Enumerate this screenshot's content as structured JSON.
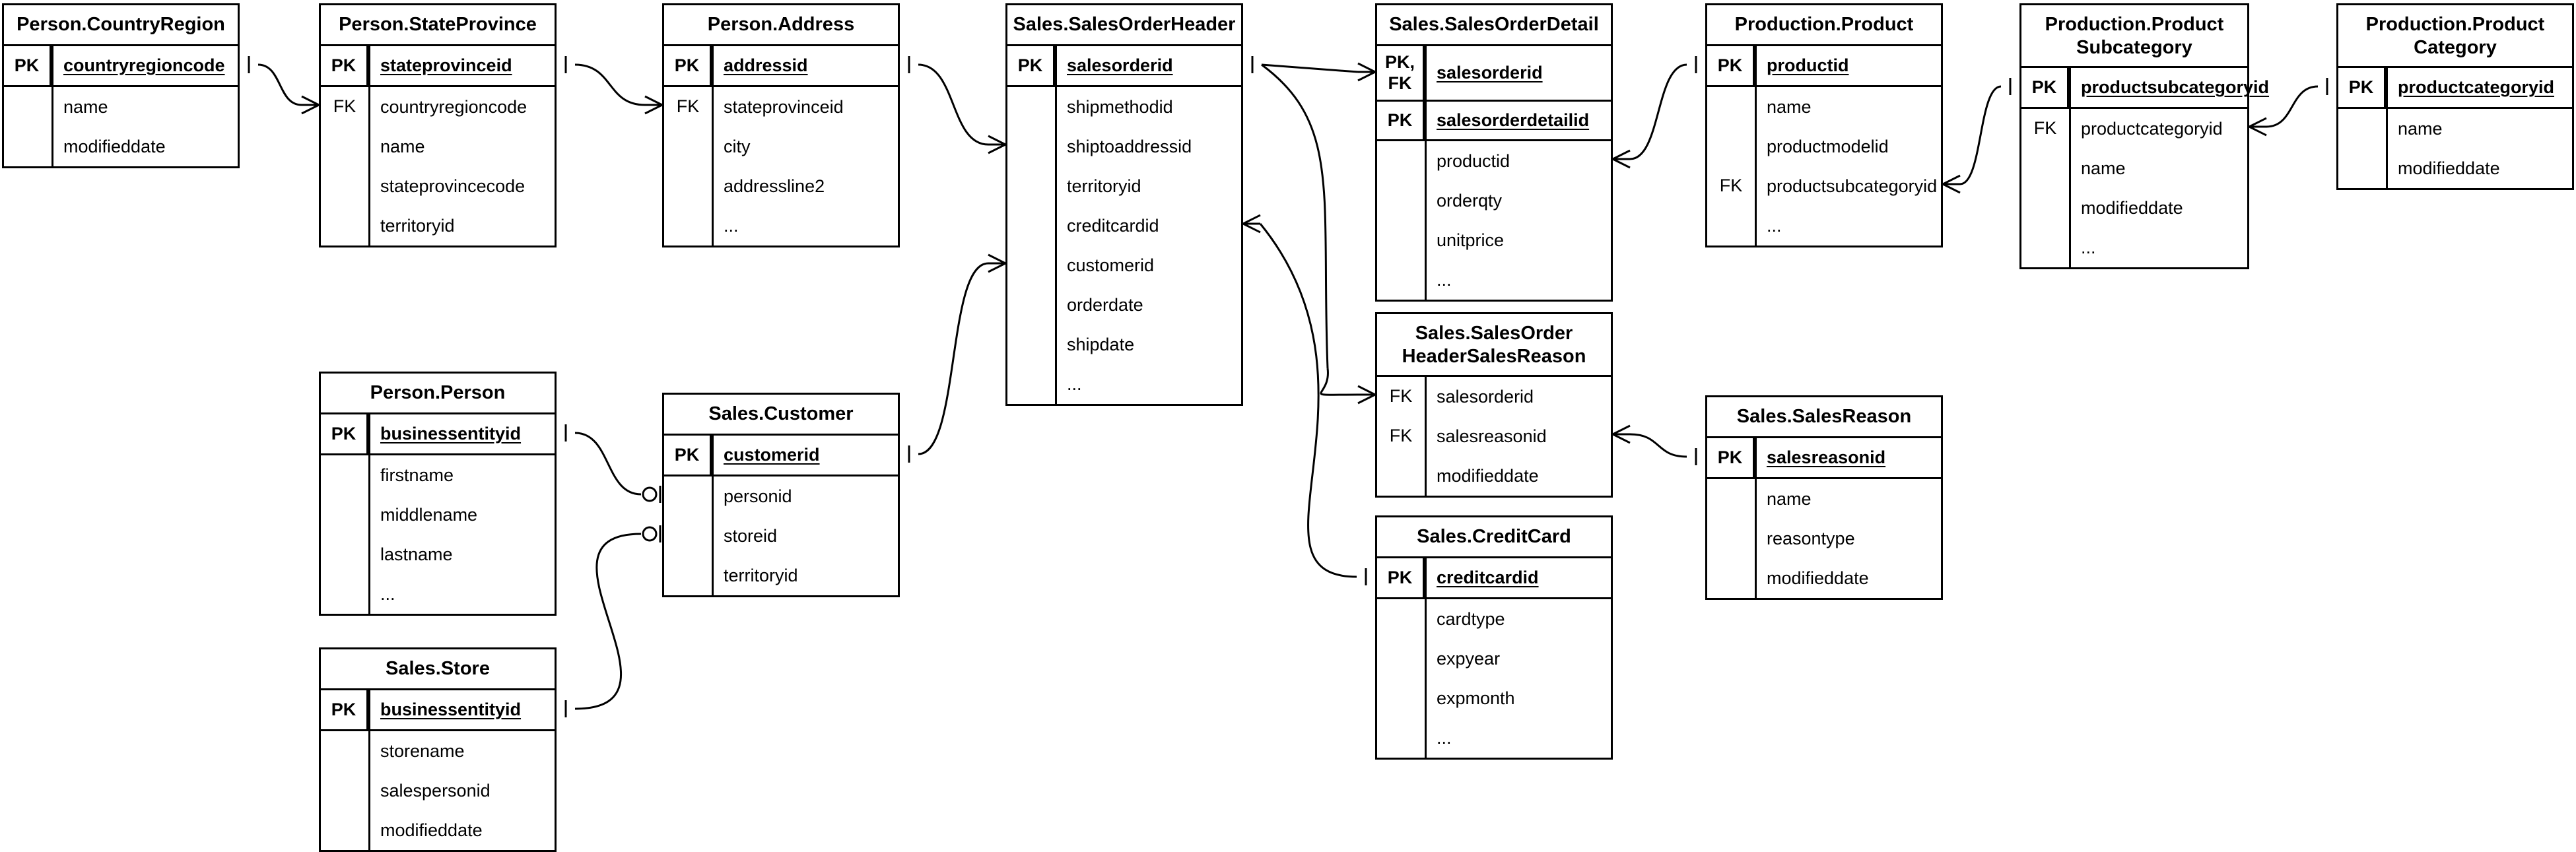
{
  "diagram": {
    "type": "entity-relationship-diagram",
    "notation": "crows-foot",
    "key_labels": {
      "pk": "PK",
      "fk": "FK",
      "pkfk": "PK,\nFK"
    },
    "ellipsis": "...",
    "colors": {
      "stroke": "#000000",
      "background": "#ffffff",
      "text": "#000000"
    }
  },
  "entities": [
    {
      "id": "person_countryregion",
      "title": "Person.CountryRegion",
      "keys": [
        {
          "marker": "PK",
          "name": "countryregioncode",
          "pk": true
        }
      ],
      "attributes": [
        {
          "marker": "",
          "name": "name"
        },
        {
          "marker": "",
          "name": "modifieddate"
        }
      ]
    },
    {
      "id": "person_stateprovince",
      "title": "Person.StateProvince",
      "keys": [
        {
          "marker": "PK",
          "name": "stateprovinceid",
          "pk": true
        }
      ],
      "attributes": [
        {
          "marker": "FK",
          "name": "countryregioncode"
        },
        {
          "marker": "",
          "name": "name"
        },
        {
          "marker": "",
          "name": "stateprovincecode"
        },
        {
          "marker": "",
          "name": "territoryid"
        }
      ]
    },
    {
      "id": "person_address",
      "title": "Person.Address",
      "keys": [
        {
          "marker": "PK",
          "name": "addressid",
          "pk": true
        }
      ],
      "attributes": [
        {
          "marker": "FK",
          "name": "stateprovinceid"
        },
        {
          "marker": "",
          "name": "city"
        },
        {
          "marker": "",
          "name": "addressline2"
        },
        {
          "marker": "",
          "name": "..."
        }
      ]
    },
    {
      "id": "sales_salesorderheader",
      "title": "Sales.SalesOrderHeader",
      "keys": [
        {
          "marker": "PK",
          "name": "salesorderid",
          "pk": true
        }
      ],
      "attributes": [
        {
          "marker": "",
          "name": "shipmethodid"
        },
        {
          "marker": "",
          "name": "shiptoaddressid"
        },
        {
          "marker": "",
          "name": "territoryid"
        },
        {
          "marker": "",
          "name": "creditcardid"
        },
        {
          "marker": "",
          "name": "customerid"
        },
        {
          "marker": "",
          "name": "orderdate"
        },
        {
          "marker": "",
          "name": "shipdate"
        },
        {
          "marker": "",
          "name": "..."
        }
      ]
    },
    {
      "id": "sales_salesorderdetail",
      "title": "Sales.SalesOrderDetail",
      "keys": [
        {
          "marker": "PK,\nFK",
          "name": "salesorderid",
          "pk": true
        },
        {
          "marker": "PK",
          "name": "salesorderdetailid",
          "pk": true
        }
      ],
      "attributes": [
        {
          "marker": "",
          "name": "productid"
        },
        {
          "marker": "",
          "name": "orderqty"
        },
        {
          "marker": "",
          "name": "unitprice"
        },
        {
          "marker": "",
          "name": "..."
        }
      ]
    },
    {
      "id": "production_product",
      "title": "Production.Product",
      "keys": [
        {
          "marker": "PK",
          "name": "productid",
          "pk": true
        }
      ],
      "attributes": [
        {
          "marker": "",
          "name": "name"
        },
        {
          "marker": "",
          "name": "productmodelid"
        },
        {
          "marker": "FK",
          "name": "productsubcategoryid"
        },
        {
          "marker": "",
          "name": "..."
        }
      ]
    },
    {
      "id": "production_productsubcategory",
      "title": "Production.Product\nSubcategory",
      "keys": [
        {
          "marker": "PK",
          "name": "productsubcategoryid",
          "pk": true
        }
      ],
      "attributes": [
        {
          "marker": "FK",
          "name": "productcategoryid"
        },
        {
          "marker": "",
          "name": "name"
        },
        {
          "marker": "",
          "name": "modifieddate"
        },
        {
          "marker": "",
          "name": "..."
        }
      ]
    },
    {
      "id": "production_productcategory",
      "title": "Production.Product\nCategory",
      "keys": [
        {
          "marker": "PK",
          "name": "productcategoryid",
          "pk": true
        }
      ],
      "attributes": [
        {
          "marker": "",
          "name": "name"
        },
        {
          "marker": "",
          "name": "modifieddate"
        }
      ]
    },
    {
      "id": "person_person",
      "title": "Person.Person",
      "keys": [
        {
          "marker": "PK",
          "name": "businessentityid",
          "pk": true
        }
      ],
      "attributes": [
        {
          "marker": "",
          "name": "firstname"
        },
        {
          "marker": "",
          "name": "middlename"
        },
        {
          "marker": "",
          "name": "lastname"
        },
        {
          "marker": "",
          "name": "..."
        }
      ]
    },
    {
      "id": "sales_customer",
      "title": "Sales.Customer",
      "keys": [
        {
          "marker": "PK",
          "name": "customerid",
          "pk": true
        }
      ],
      "attributes": [
        {
          "marker": "",
          "name": "personid"
        },
        {
          "marker": "",
          "name": "storeid"
        },
        {
          "marker": "",
          "name": "territoryid"
        }
      ]
    },
    {
      "id": "sales_store",
      "title": "Sales.Store",
      "keys": [
        {
          "marker": "PK",
          "name": "businessentityid",
          "pk": true
        }
      ],
      "attributes": [
        {
          "marker": "",
          "name": "storename"
        },
        {
          "marker": "",
          "name": "salespersonid"
        },
        {
          "marker": "",
          "name": "modifieddate"
        }
      ]
    },
    {
      "id": "sales_salesorderheadersalesreason",
      "title": "Sales.SalesOrder\nHeaderSalesReason",
      "keys": [],
      "attributes": [
        {
          "marker": "FK",
          "name": "salesorderid"
        },
        {
          "marker": "FK",
          "name": "salesreasonid"
        },
        {
          "marker": "",
          "name": "modifieddate"
        }
      ]
    },
    {
      "id": "sales_salesreason",
      "title": "Sales.SalesReason",
      "keys": [
        {
          "marker": "PK",
          "name": "salesreasonid",
          "pk": true
        }
      ],
      "attributes": [
        {
          "marker": "",
          "name": "name"
        },
        {
          "marker": "",
          "name": "reasontype"
        },
        {
          "marker": "",
          "name": "modifieddate"
        }
      ]
    },
    {
      "id": "sales_creditcard",
      "title": "Sales.CreditCard",
      "keys": [
        {
          "marker": "PK",
          "name": "creditcardid",
          "pk": true
        }
      ],
      "attributes": [
        {
          "marker": "",
          "name": "cardtype"
        },
        {
          "marker": "",
          "name": "expyear"
        },
        {
          "marker": "",
          "name": "expmonth"
        },
        {
          "marker": "",
          "name": "..."
        }
      ]
    }
  ],
  "relationships": [
    {
      "from": "person_countryregion.countryregioncode",
      "to": "person_stateprovince.countryregioncode",
      "from_cardinality": "one",
      "to_cardinality": "many"
    },
    {
      "from": "person_stateprovince.stateprovinceid",
      "to": "person_address.stateprovinceid",
      "from_cardinality": "one",
      "to_cardinality": "many"
    },
    {
      "from": "person_address.addressid",
      "to": "sales_salesorderheader.shiptoaddressid",
      "from_cardinality": "one",
      "to_cardinality": "many"
    },
    {
      "from": "sales_salesorderheader.salesorderid",
      "to": "sales_salesorderdetail.salesorderid",
      "from_cardinality": "one",
      "to_cardinality": "many"
    },
    {
      "from": "sales_salesorderheader.salesorderid",
      "to": "sales_salesorderheadersalesreason.salesorderid",
      "from_cardinality": "one",
      "to_cardinality": "many"
    },
    {
      "from": "sales_creditcard.creditcardid",
      "to": "sales_salesorderheader.creditcardid",
      "from_cardinality": "one",
      "to_cardinality": "many"
    },
    {
      "from": "sales_customer.customerid",
      "to": "sales_salesorderheader.customerid",
      "from_cardinality": "one",
      "to_cardinality": "many"
    },
    {
      "from": "person_person.businessentityid",
      "to": "sales_customer.personid",
      "from_cardinality": "one",
      "to_cardinality": "zero-or-one"
    },
    {
      "from": "sales_store.businessentityid",
      "to": "sales_customer.storeid",
      "from_cardinality": "one",
      "to_cardinality": "zero-or-one"
    },
    {
      "from": "production_product.productid",
      "to": "sales_salesorderdetail.productid",
      "from_cardinality": "one",
      "to_cardinality": "many"
    },
    {
      "from": "production_productsubcategory.productsubcategoryid",
      "to": "production_product.productsubcategoryid",
      "from_cardinality": "one",
      "to_cardinality": "many"
    },
    {
      "from": "production_productcategory.productcategoryid",
      "to": "production_productsubcategory.productcategoryid",
      "from_cardinality": "one",
      "to_cardinality": "many"
    },
    {
      "from": "sales_salesreason.salesreasonid",
      "to": "sales_salesorderheadersalesreason.salesreasonid",
      "from_cardinality": "one",
      "to_cardinality": "many"
    }
  ]
}
